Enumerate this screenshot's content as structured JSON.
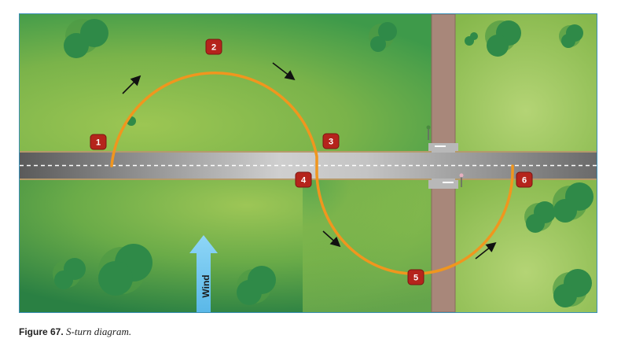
{
  "figure": {
    "label": "Figure 67.",
    "title": "S-turn diagram."
  },
  "wind": {
    "label": "Wind",
    "color": "#7ecbf2"
  },
  "path_color": "#f0961e",
  "markers": [
    "1",
    "2",
    "3",
    "4",
    "5",
    "6"
  ],
  "colors": {
    "border": "#3a8fb7",
    "grass_light": "#8cbc4a",
    "grass_dark": "#2f8a48",
    "road": "#9a9a9a",
    "dirt_road": "#a8877a",
    "marker": "#b5241c",
    "tree": "#2f8a48"
  }
}
